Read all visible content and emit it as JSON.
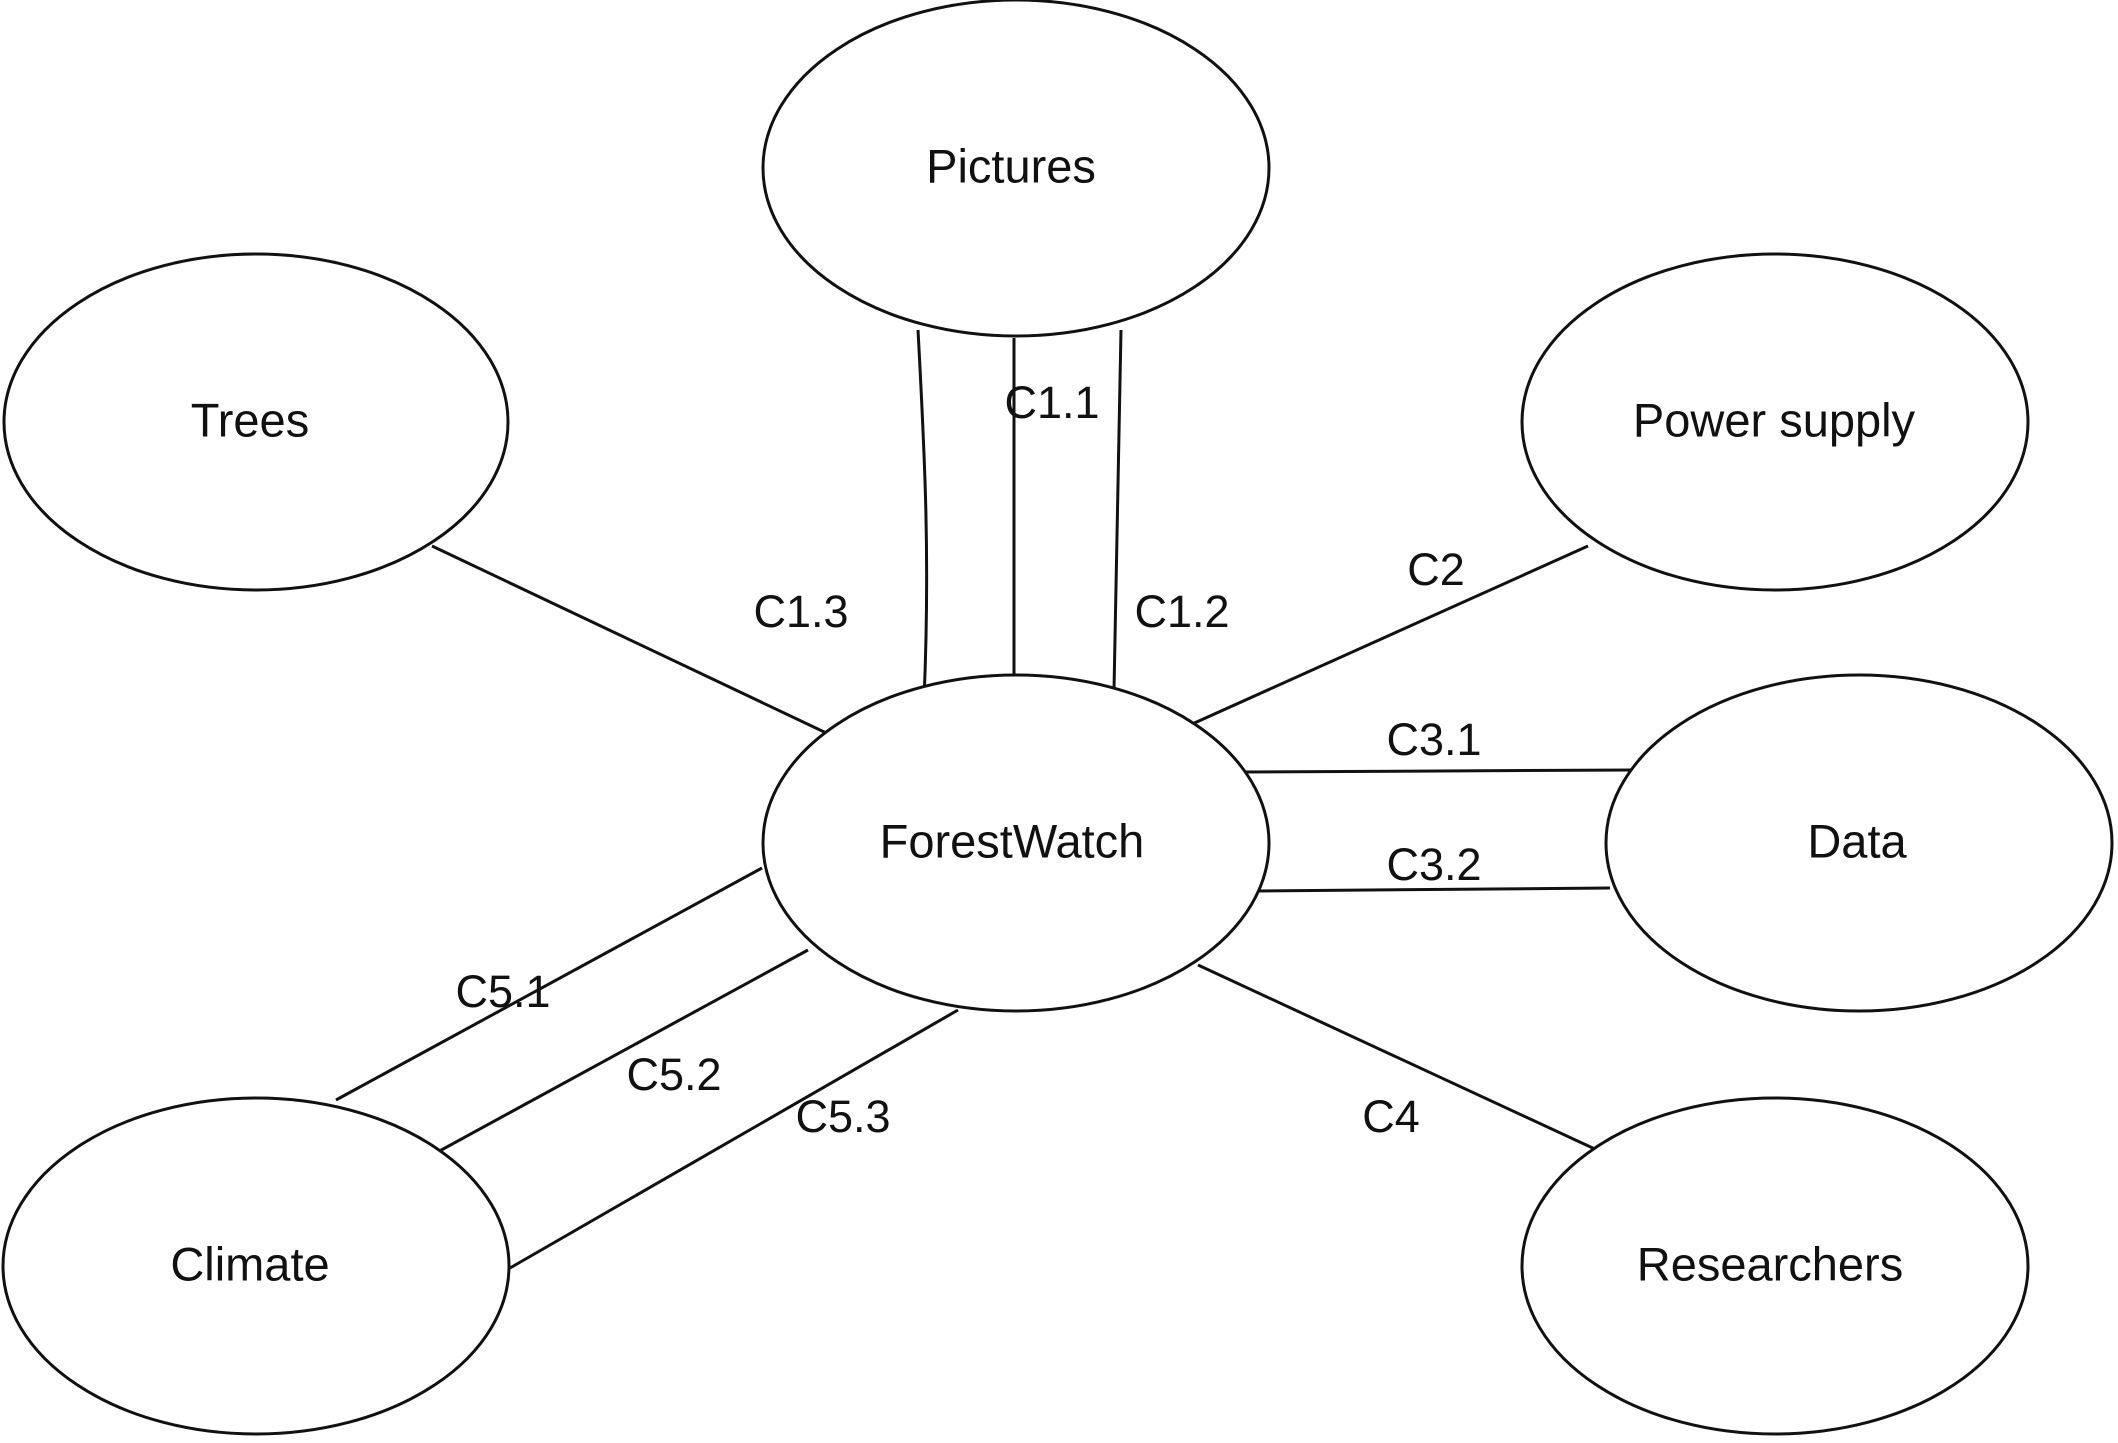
{
  "nodes": {
    "pictures": "Pictures",
    "trees": "Trees",
    "power_supply": "Power supply",
    "forestwatch": "ForestWatch",
    "data": "Data",
    "climate": "Climate",
    "researchers": "Researchers"
  },
  "connections": {
    "c1_1": "C1.1",
    "c1_2": "C1.2",
    "c1_3": "C1.3",
    "c2": "C2",
    "c3_1": "C3.1",
    "c3_2": "C3.2",
    "c4": "C4",
    "c5_1": "C5.1",
    "c5_2": "C5.2",
    "c5_3": "C5.3"
  }
}
